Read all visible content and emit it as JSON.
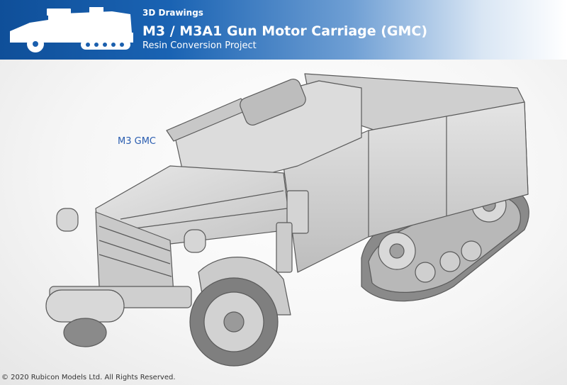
{
  "header": {
    "kicker": "3D Drawings",
    "title": "M3 / M3A1 Gun Motor Carriage (GMC)",
    "subtitle": "Resin Conversion Project",
    "logo_icon": "halftrack-silhouette-icon"
  },
  "figure": {
    "callout_label": "M3 GMC",
    "image_icon": "halftrack-3d-render-icon"
  },
  "footer": {
    "copyright": "© 2020 Rubicon Models Ltd. All Rights Reserved."
  },
  "colors": {
    "header_start": "#0f4f99",
    "header_end": "#ffffff",
    "callout_text": "#2a5db0",
    "model_grey": "#d2d2d2"
  }
}
